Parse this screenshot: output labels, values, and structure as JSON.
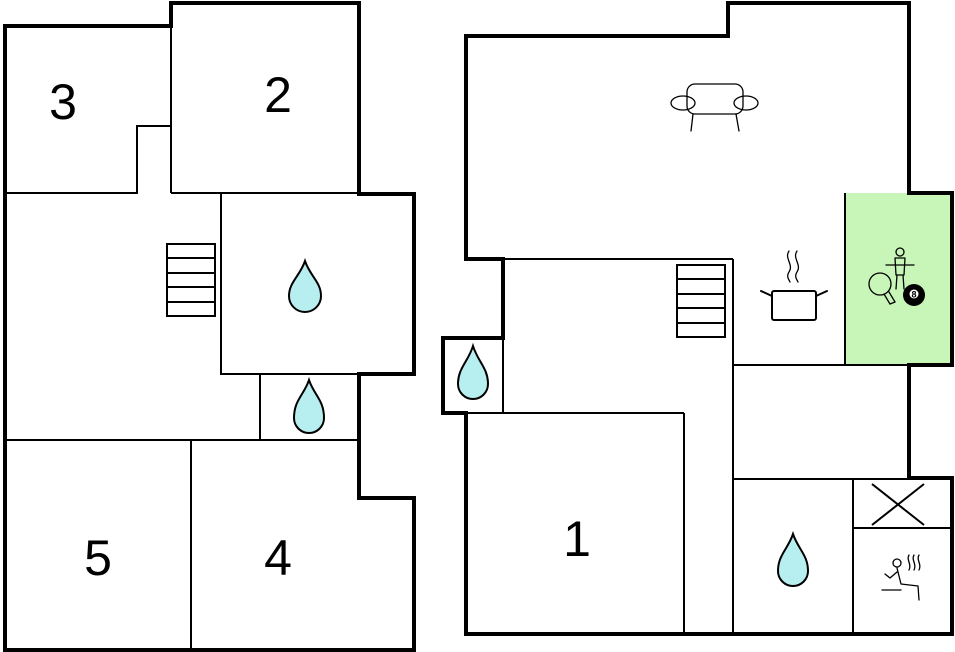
{
  "rooms": {
    "room_1": "1",
    "room_2": "2",
    "room_3": "3",
    "room_4": "4",
    "room_5": "5"
  },
  "icons": {
    "bathroom": "water-drop-icon",
    "stairs": "stairs-icon",
    "living": "sofa-icon",
    "kitchen": "cooking-pot-icon",
    "activity": "table-tennis-foosball-billiards-icon",
    "sauna": "sauna-icon",
    "void": "open-void-cross-icon"
  },
  "colors": {
    "wall": "#000000",
    "water": "#b7eef0",
    "activity_room": "#c8f5b8"
  },
  "activity": {
    "billiard_ball": "8"
  }
}
